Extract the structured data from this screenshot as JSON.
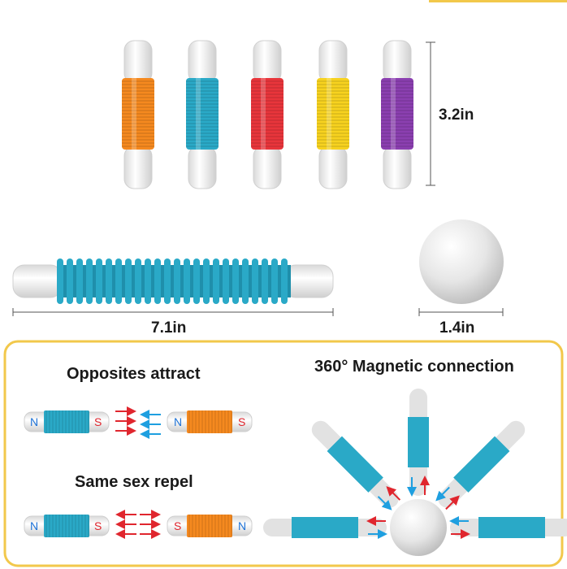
{
  "dimensions": {
    "height_label": "3.2in",
    "length_label": "7.1in",
    "ball_label": "1.4in"
  },
  "panel": {
    "opposites_title": "Opposites attract",
    "repel_title": "Same sex repel",
    "magnetic_title": "360° Magnetic connection",
    "pole_n": "N",
    "pole_s": "S"
  },
  "colors": {
    "orange": "#f5891f",
    "teal": "#2aa9c7",
    "red": "#e8353b",
    "yellow": "#f7d21f",
    "purple": "#8b3fb0",
    "panel_border": "#f2c84b",
    "arrow_red": "#e0262e",
    "arrow_blue": "#1e9fe0"
  },
  "tubes": [
    {
      "color_name": "orange"
    },
    {
      "color_name": "teal"
    },
    {
      "color_name": "red"
    },
    {
      "color_name": "yellow"
    },
    {
      "color_name": "purple"
    }
  ]
}
